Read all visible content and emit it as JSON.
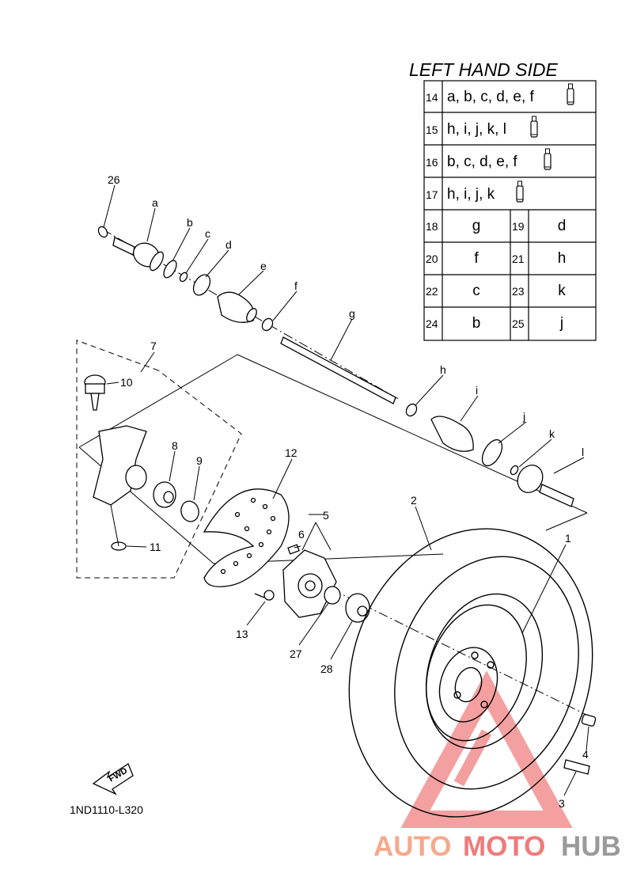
{
  "table": {
    "title": "LEFT HAND SIDE",
    "kit_rows": [
      {
        "no": "14",
        "parts": "a, b, c, d, e, f"
      },
      {
        "no": "15",
        "parts": "h, i, j, k, l"
      },
      {
        "no": "16",
        "parts": "b, c, d, e, f"
      },
      {
        "no": "17",
        "parts": "h, i, j, k"
      }
    ],
    "pair_rows": [
      {
        "no1": "18",
        "v1": "g",
        "no2": "19",
        "v2": "d"
      },
      {
        "no1": "20",
        "v1": "f",
        "no2": "21",
        "v2": "h"
      },
      {
        "no1": "22",
        "v1": "c",
        "no2": "23",
        "v2": "k"
      },
      {
        "no1": "24",
        "v1": "b",
        "no2": "25",
        "v2": "j"
      }
    ],
    "icon": "grease-tube-icon"
  },
  "callouts": {
    "n1": "1",
    "n2": "2",
    "n3": "3",
    "n4": "4",
    "n5": "5",
    "n6": "6",
    "n7": "7",
    "n8": "8",
    "n9": "9",
    "n10": "10",
    "n11": "11",
    "n12": "12",
    "n13": "13",
    "n26": "26",
    "n27": "27",
    "n28": "28",
    "a": "a",
    "b": "b",
    "c": "c",
    "d": "d",
    "e": "e",
    "f": "f",
    "g": "g",
    "h": "h",
    "i": "i",
    "j": "j",
    "k": "k",
    "l": "l"
  },
  "fwd_label": "FWD",
  "diagram_code": "1ND1110-L320",
  "watermark": {
    "part1": "AUTO",
    "part2": "MOTO",
    "part3": "HUB",
    "colors": {
      "auto": "#f5a98c",
      "moto": "#f07a7a",
      "hub": "#9a9a9a",
      "triangle": "#f08080"
    }
  }
}
